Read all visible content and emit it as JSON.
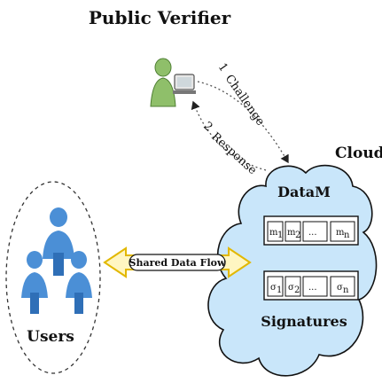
{
  "title": "Public Verifier",
  "cloud_label": "Cloud",
  "users_label": "Users",
  "data_label": "DataM",
  "signatures_label": "Signatures",
  "shared_flow_label": "Shared Data Flow",
  "challenge": {
    "number": "1",
    "text": "Challenge"
  },
  "response": {
    "number": "2",
    "text": "Response"
  },
  "blocks": [
    "m",
    "m",
    "...",
    "m"
  ],
  "block_subs": [
    "1",
    "2",
    "",
    "n"
  ],
  "sigs": [
    "σ",
    "σ",
    "...",
    "σ"
  ],
  "sig_subs": [
    "1",
    "2",
    "",
    "n"
  ],
  "colors": {
    "cloud_fill": "#c9e6fa",
    "user_fill": "#4b8fd6",
    "user_dark": "#2f6fb7",
    "arrow_fill": "#fff6c2",
    "arrow_stroke": "#e2b800",
    "verifier_fill": "#8fbf6a",
    "verifier_dark": "#4f7f34"
  },
  "icons": [
    "verifier-person-icon",
    "verifier-computer-icon",
    "user-icon",
    "user-icon"
  ]
}
